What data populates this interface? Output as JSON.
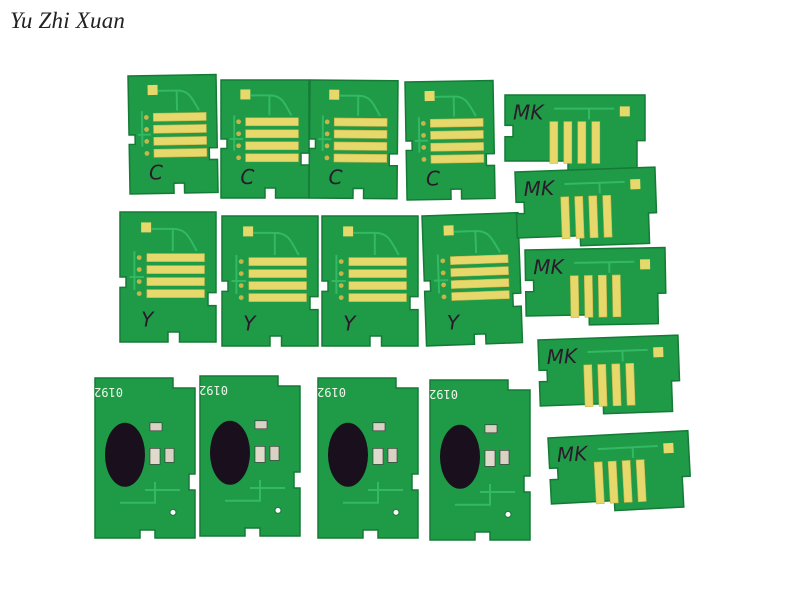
{
  "watermark": "Yu Zhi Xuan",
  "colors": {
    "background": "#ffffff",
    "pcb": "#1f9a47",
    "pcb_light": "#2fae58",
    "pcb_edge": "#157a36",
    "gold": "#e6d86a",
    "gold_dark": "#c8b54a",
    "trace": "#33b864",
    "ink": "#2a1a2a",
    "blob": "#1a0f1c"
  },
  "chips": {
    "row1": {
      "mark": "C",
      "count": 4
    },
    "row2": {
      "mark": "Y",
      "count": 4
    },
    "row3": {
      "label": "0192",
      "count": 4
    },
    "column": {
      "mark": "MK",
      "count": 5
    }
  }
}
